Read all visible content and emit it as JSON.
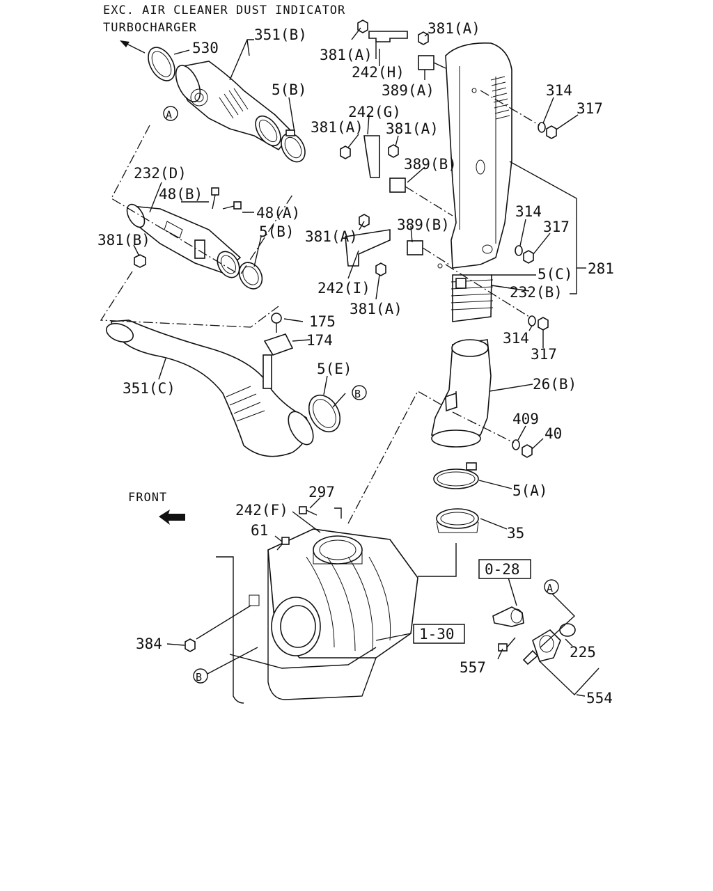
{
  "header": {
    "line1": "EXC. AIR CLEANER DUST INDICATOR",
    "line2": "TURBOCHARGER"
  },
  "front_label": "FRONT",
  "labels": {
    "l530": "530",
    "l351b": "351(B)",
    "l5b_top": "5(B)",
    "l232d": "232(D)",
    "l48b": "48(B)",
    "l48a": "48(A)",
    "l5b_mid": "5(B)",
    "l381b": "381(B)",
    "l175": "175",
    "l174": "174",
    "l5e": "5(E)",
    "l351c": "351(C)",
    "l381a_1": "381(A)",
    "l381a_2": "381(A)",
    "l242h": "242(H)",
    "l389a": "389(A)",
    "l242g": "242(G)",
    "l381a_3": "381(A)",
    "l381a_4": "381(A)",
    "l389b_1": "389(B)",
    "l381a_5": "381(A)",
    "l389b_2": "389(B)",
    "l242i": "242(I)",
    "l381a_6": "381(A)",
    "l314_1": "314",
    "l317_1": "317",
    "l314_2": "314",
    "l317_2": "317",
    "l5c": "5(C)",
    "l281": "281",
    "l232b": "232(B)",
    "l314_3": "314",
    "l317_3": "317",
    "l26b": "26(B)",
    "l409": "409",
    "l40": "40",
    "l5a": "5(A)",
    "l35": "35",
    "l297": "297",
    "l242f": "242(F)",
    "l61": "61",
    "l384": "384",
    "l557": "557",
    "l225": "225",
    "l554": "554"
  },
  "refs": {
    "box_028": "0-28",
    "box_130": "1-30",
    "circ_a1": "A",
    "circ_a2": "A",
    "circ_b1": "B",
    "circ_b2": "B"
  }
}
